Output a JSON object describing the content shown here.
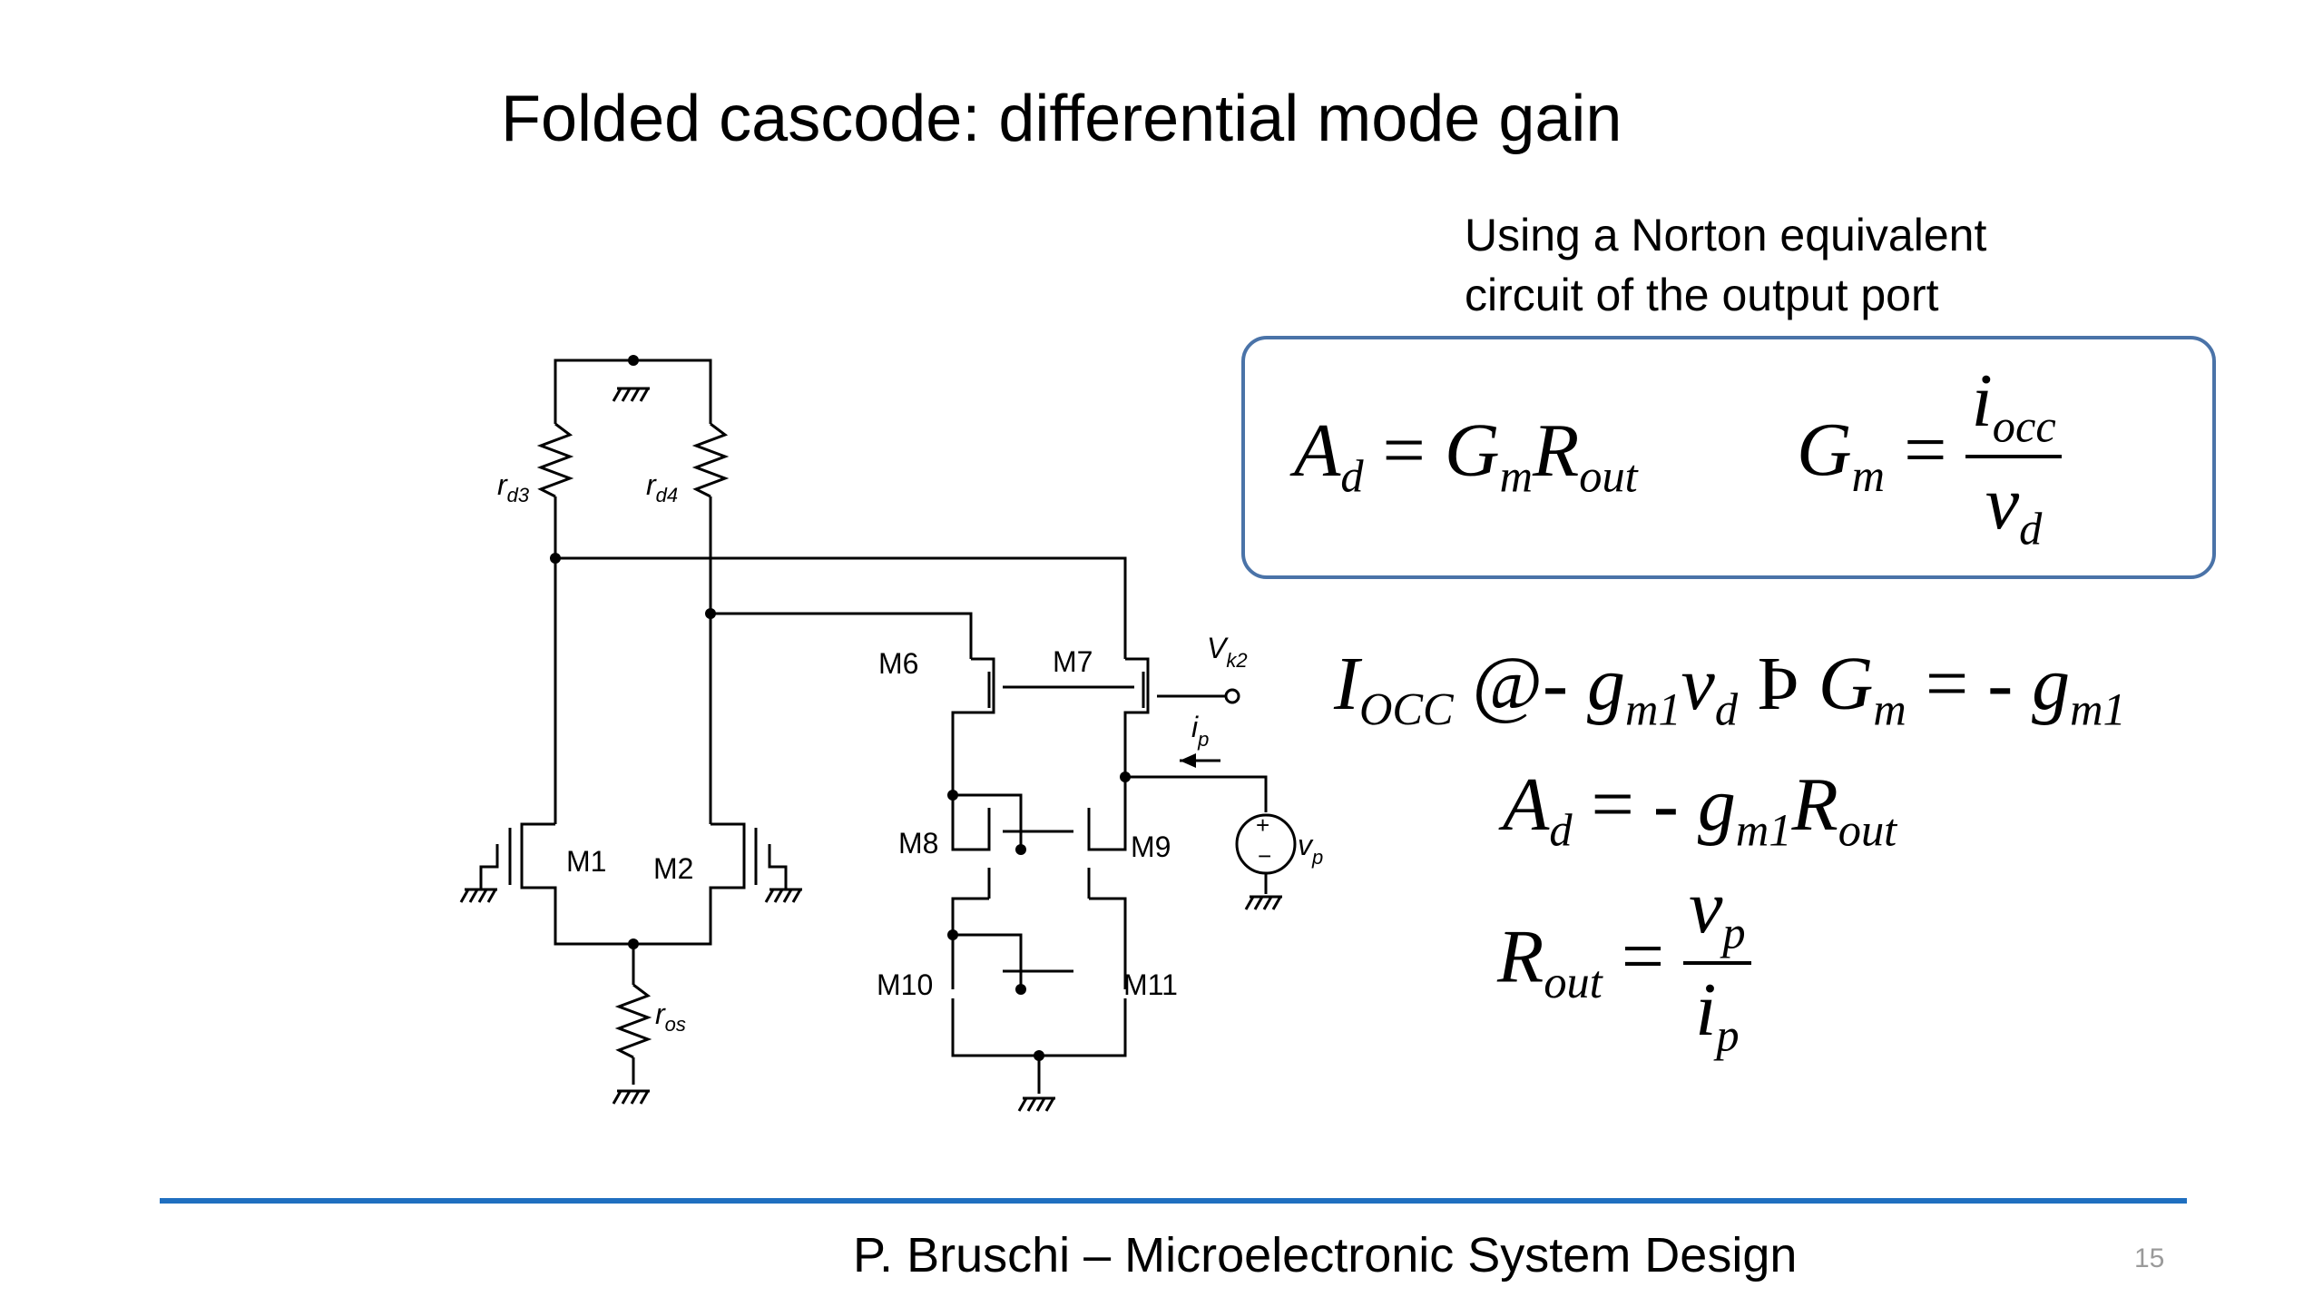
{
  "title": "Folded cascode: differential mode gain",
  "note": {
    "line1": "Using a Norton equivalent",
    "line2": "circuit of the output port"
  },
  "box": {
    "eq1": {
      "lhs": "A",
      "lhs_sub": "d",
      "equals": "=",
      "r1": "G",
      "r1_sub": "m",
      "r2": "R",
      "r2_sub": "out"
    },
    "eq2": {
      "lhs": "G",
      "lhs_sub": "m",
      "equals": "=",
      "num": "i",
      "num_sub": "occ",
      "den": "v",
      "den_sub": "d"
    }
  },
  "equations": {
    "iocc": {
      "I": "I",
      "I_sub": "OCC",
      "approx": "@-",
      "g": "g",
      "g_sub": "m1",
      "v": "v",
      "v_sub": "d",
      "implies": "Þ",
      "G": "G",
      "G_sub": "m",
      "equals": "=",
      "minus": "-",
      "g2": "g",
      "g2_sub": "m1"
    },
    "ad": {
      "A": "A",
      "A_sub": "d",
      "equals": "=",
      "minus": "-",
      "g": "g",
      "g_sub": "m1",
      "R": "R",
      "R_sub": "out"
    },
    "rout": {
      "R": "R",
      "R_sub": "out",
      "equals": "=",
      "num": "v",
      "num_sub": "p",
      "den": "i",
      "den_sub": "p"
    }
  },
  "circuit": {
    "labels": {
      "rd3": "r",
      "rd3_sub": "d3",
      "rd4": "r",
      "rd4_sub": "d4",
      "ros": "r",
      "ros_sub": "os",
      "m1": "M1",
      "m2": "M2",
      "m6": "M6",
      "m7": "M7",
      "m8": "M8",
      "m9": "M9",
      "m10": "M10",
      "m11": "M11",
      "vk2": "V",
      "vk2_sub": "k2",
      "ip": "i",
      "ip_sub": "p",
      "vp": "v",
      "vp_sub": "p",
      "plus": "+",
      "minus": "−"
    }
  },
  "footer": {
    "text": "P. Bruschi – Microelectronic System Design",
    "page": "15"
  },
  "colors": {
    "accent": "#1f6fc0",
    "box_border": "#4a73a8",
    "page_number": "#9a9a9a"
  }
}
